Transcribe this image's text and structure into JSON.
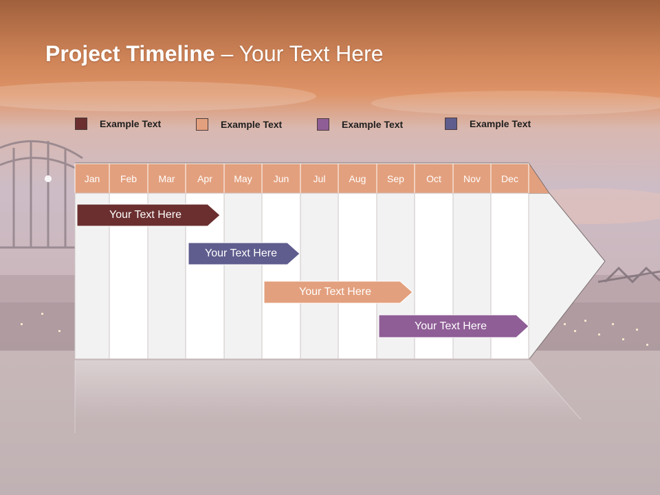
{
  "slide": {
    "title_bold": "Project Timeline",
    "title_rest": " – Your Text Here"
  },
  "legend": [
    {
      "label": "Example Text",
      "color": "#6b2f2f"
    },
    {
      "label": "Example Text",
      "color": "#e3a07e"
    },
    {
      "label": "Example Text",
      "color": "#8f5e96"
    },
    {
      "label": "Example Text",
      "color": "#5f5d8e"
    }
  ],
  "months": [
    "Jan",
    "Feb",
    "Mar",
    "Apr",
    "May",
    "Jun",
    "Jul",
    "Aug",
    "Sep",
    "Oct",
    "Nov",
    "Dec"
  ],
  "tasks": [
    {
      "label": "Your  Text Here",
      "color": "#6b2f2f"
    },
    {
      "label": "Your  Text Here",
      "color": "#5f5d8e"
    },
    {
      "label": "Your  Text Here",
      "color": "#e3a07e"
    },
    {
      "label": "Your  Text Here",
      "color": "#8f5e96"
    }
  ],
  "colors": {
    "header": "#e3a07e",
    "grid_light": "#f2f2f2",
    "grid_white": "#ffffff",
    "sky_top": "#a8673f",
    "sky_glow": "#db9064",
    "haze": "#cdb9c3",
    "water": "#c3b6b9"
  }
}
